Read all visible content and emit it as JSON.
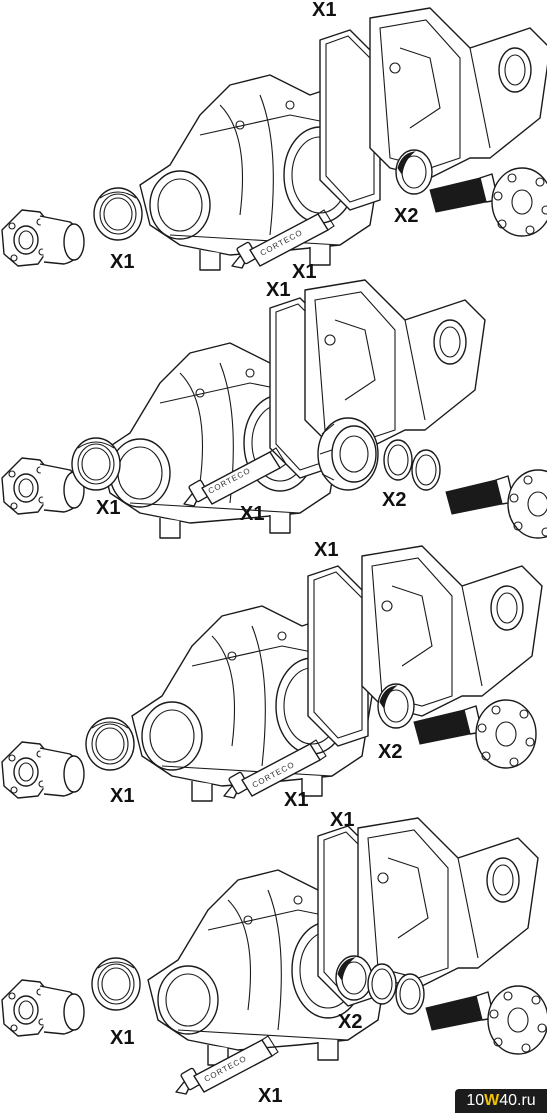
{
  "panels": [
    {
      "labels": [
        "X1",
        "X1",
        "X1",
        "X2"
      ],
      "tube_text": "CORTECO"
    },
    {
      "labels": [
        "X1",
        "X1",
        "X1",
        "X2"
      ],
      "tube_text": "CORTECO"
    },
    {
      "labels": [
        "X1",
        "X1",
        "X1",
        "X2"
      ],
      "tube_text": "CORTECO"
    },
    {
      "labels": [
        "X1",
        "X1",
        "X1",
        "X2"
      ],
      "tube_text": "CORTECO"
    }
  ],
  "watermark": {
    "part1": "10",
    "part2": "W",
    "part3": "40",
    "part4": ".ru"
  }
}
